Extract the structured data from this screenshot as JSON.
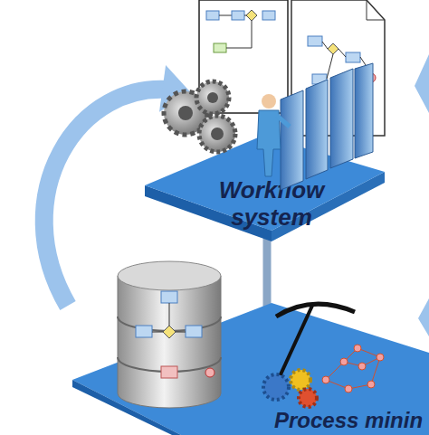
{
  "diagram": {
    "nodes": [
      {
        "text": [
          "Workflow system"
        ]
      },
      {
        "text": [
          "Process minin"
        ]
      }
    ],
    "edges": [
      {
        "from": 0,
        "to": 1,
        "arrow": "none"
      },
      {
        "from": 1,
        "to": 0,
        "arrow": "to"
      }
    ]
  }
}
